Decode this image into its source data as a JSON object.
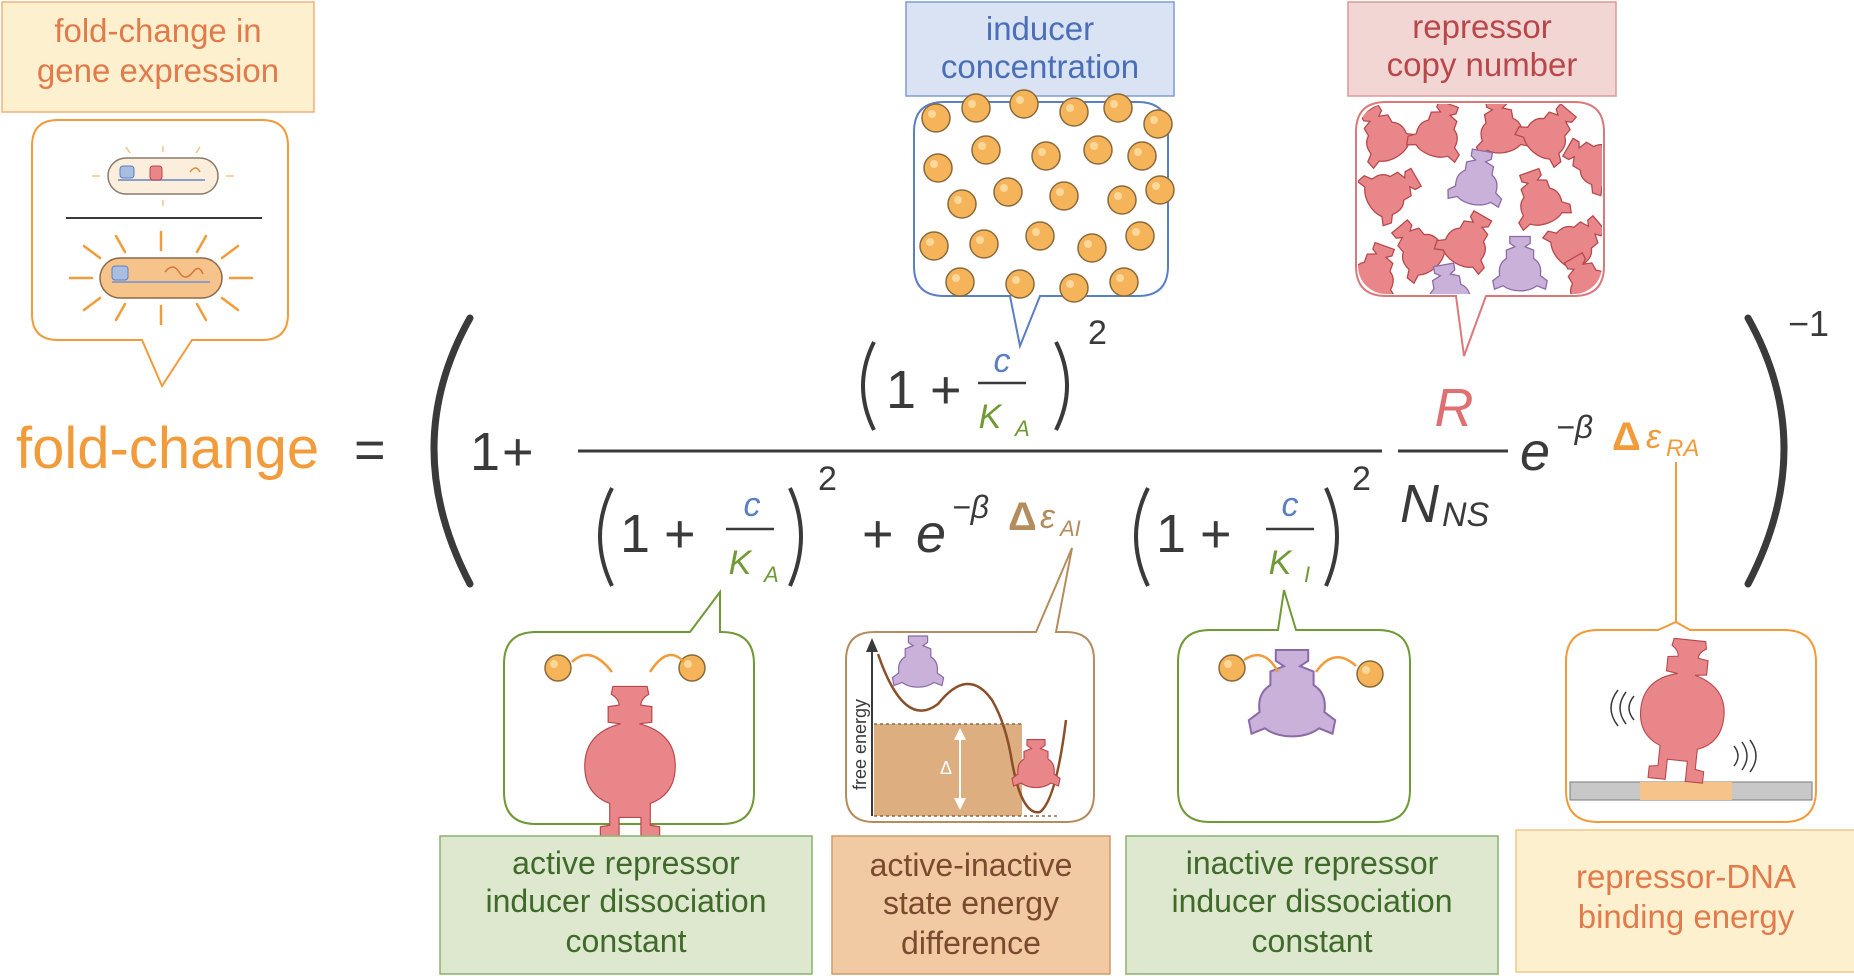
{
  "colors": {
    "orange": "#f29b3b",
    "orange_label_bg": "#fdf0cf",
    "orange_label_text": "#e17b4b",
    "blue": "#5a7fc4",
    "blue_label_bg": "#d9e3f3",
    "red": "#b8474a",
    "red_label_bg": "#f2d6d4",
    "green": "#6f9a35",
    "green_label_bg": "#dde8cf",
    "green_label_text": "#3f6a2a",
    "tan": "#b48d5e",
    "tan_label_bg": "#f1c9a3",
    "tan_label_text": "#7a4a2e",
    "repressor_active": "#e8868a",
    "repressor_inactive": "#c9b1da",
    "inducer": "#f5b45a",
    "black": "#3a3a3a"
  },
  "labels": {
    "fold_change_gene_expression": [
      "fold-change in",
      "gene expression"
    ],
    "inducer_concentration": [
      "inducer",
      "concentration"
    ],
    "repressor_copy_number": [
      "repressor",
      "copy number"
    ],
    "active_repressor_kd": [
      "active repressor",
      "inducer dissociation",
      "constant"
    ],
    "active_inactive_energy": [
      "active-inactive",
      "state energy",
      "difference"
    ],
    "inactive_repressor_kd": [
      "inactive repressor",
      "inducer dissociation",
      "constant"
    ],
    "repressor_dna_energy": [
      "repressor-DNA",
      "binding energy"
    ]
  },
  "equation": {
    "lhs": "fold-change",
    "equals": "=",
    "one": "1",
    "plus": "+",
    "c": "c",
    "K_A": "K",
    "K_A_sub": "A",
    "K_I": "K",
    "K_I_sub": "I",
    "square": "2",
    "minus_one": "−1",
    "e": "e",
    "exp_AI_prefix": "−β",
    "delta": "Δ",
    "epsilon": "ε",
    "sub_AI": "AI",
    "sub_RA": "RA",
    "R": "R",
    "N": "N",
    "N_sub": "NS"
  },
  "energy_panel": {
    "axis_label": "free energy",
    "delta_symbol": "Δ"
  },
  "icons": {
    "cell_low": "bacterium-low-expression-icon",
    "cell_high": "bacterium-high-expression-icon",
    "inducer_molecules": "inducer-molecule-icon",
    "repressor_molecules": "repressor-protein-icon",
    "dna_strand": "dna-strand-icon"
  }
}
